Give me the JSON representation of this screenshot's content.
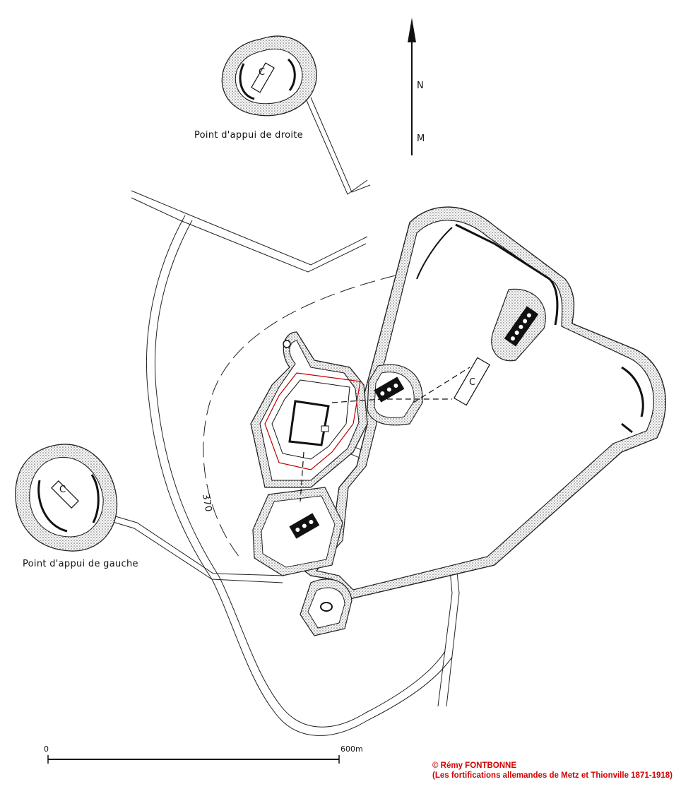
{
  "map": {
    "labels": {
      "right_point": "Point d'appui de droite",
      "left_point": "Point d'appui de gauche",
      "contour": "370",
      "casern_letter": "C"
    },
    "north_arrow": {
      "letters": [
        "N",
        "M"
      ]
    },
    "scale": {
      "start": "0",
      "end": "600m"
    },
    "credit": {
      "author": "© Rémy FONTBONNE",
      "book": "(Les fortifications allemandes de Metz et Thionville 1871-1918)",
      "color": "#d40000"
    },
    "colors": {
      "ink": "#1a1a1a",
      "ditch_fill": "#cfcfcf",
      "highlight": "#c00000"
    }
  }
}
